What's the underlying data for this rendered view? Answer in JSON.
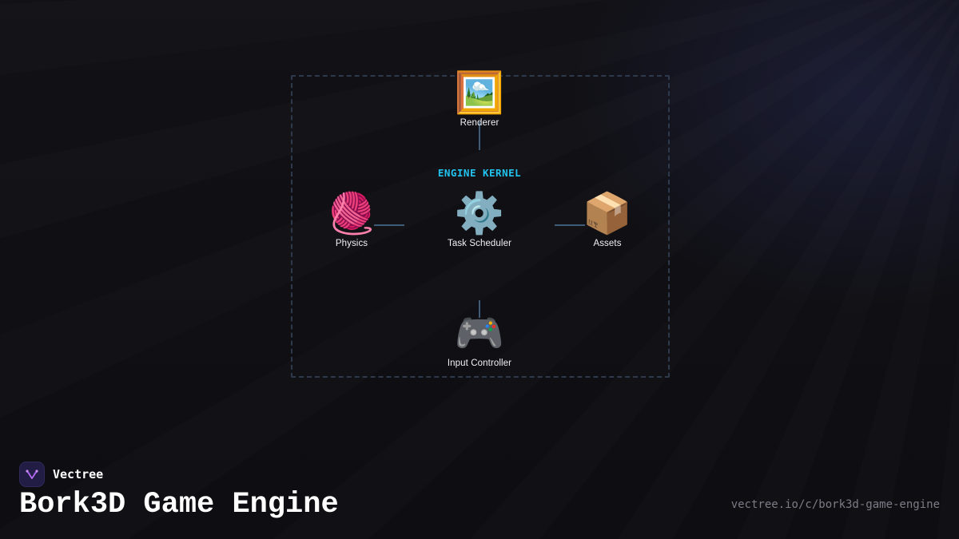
{
  "diagram": {
    "group_label": "ENGINE KERNEL",
    "nodes": {
      "renderer": {
        "label": "Renderer",
        "icon": "framed-picture-icon",
        "glyph": "🖼️"
      },
      "physics": {
        "label": "Physics",
        "icon": "yarn-ball-icon",
        "glyph": "🧶"
      },
      "scheduler": {
        "label": "Task Scheduler",
        "icon": "gear-icon",
        "glyph": "⚙️"
      },
      "assets": {
        "label": "Assets",
        "icon": "package-icon",
        "glyph": "📦"
      },
      "input": {
        "label": "Input Controller",
        "icon": "game-controller-icon",
        "glyph": "🎮"
      }
    },
    "edges": [
      {
        "from": "renderer",
        "to": "scheduler"
      },
      {
        "from": "physics",
        "to": "scheduler"
      },
      {
        "from": "scheduler",
        "to": "assets"
      },
      {
        "from": "input",
        "to": "scheduler"
      }
    ]
  },
  "footer": {
    "brand_name": "Vectree",
    "title": "Bork3D Game Engine",
    "url": "vectree.io/c/bork3d-game-engine"
  },
  "colors": {
    "background": "#0f0f13",
    "group_border": "#2e3a4c",
    "group_label": "#22c3ee",
    "connector": "#3e5c78",
    "brand_logo_bg": "#221d44",
    "brand_logo_mark": "#b46cf0"
  }
}
